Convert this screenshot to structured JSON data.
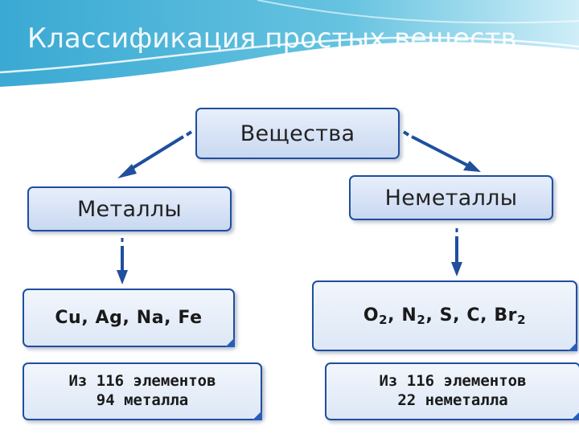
{
  "slide": {
    "title": "Классификация простых веществ"
  },
  "diagram": {
    "root": "Вещества",
    "metals": {
      "label": "Металлы",
      "examples": "Cu, Ag, Na, Fe",
      "fact_line1": "Из 116 элементов",
      "fact_line2": "94 металла"
    },
    "nonmetals": {
      "label": "Неметаллы",
      "examples": [
        {
          "sym": "O",
          "sub": "2",
          "sep": ", "
        },
        {
          "sym": "N",
          "sub": "2",
          "sep": ", "
        },
        {
          "sym": "S",
          "sub": "",
          "sep": ", "
        },
        {
          "sym": "C",
          "sub": "",
          "sep": ", "
        },
        {
          "sym": "Br",
          "sub": "2",
          "sep": ""
        }
      ],
      "fact_line1": "Из 116 элементов",
      "fact_line2": "22 неметалла"
    }
  },
  "colors": {
    "arrow": "#1f4f9e",
    "box_border": "#1f4f9e",
    "header": "#3fb0d6"
  }
}
